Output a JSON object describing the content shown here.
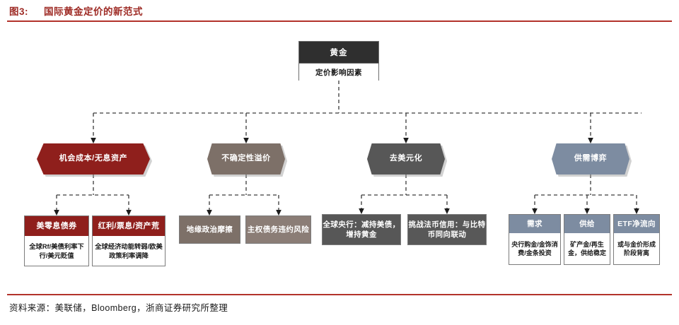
{
  "figure": {
    "label": "图3:",
    "title": "国际黄金定价的新范式",
    "source": "资料来源：美联储，Bloomberg，浙商证券研究所整理",
    "accent_color": "#b3332b",
    "title_color": "#9e2b25"
  },
  "diagram": {
    "root": {
      "head": "黄金",
      "body": "定价影响因素",
      "head_color": "#2f2f2f"
    },
    "pillars": [
      {
        "label": "机会成本/无息资产",
        "color": "#8f1f1c"
      },
      {
        "label": "不确定性溢价",
        "color": "#7d7068"
      },
      {
        "label": "去美元化",
        "color": "#575757"
      },
      {
        "label": "供需博弈",
        "color": "#7d8ca1"
      }
    ],
    "leaves_opportunity_cost": [
      {
        "head": "美零息债券",
        "body": "全球Rf/美债利率下行/美元贬值",
        "color": "#8f1f1c"
      },
      {
        "head": "红利/票息/资产荒",
        "body": "全球经济动能转弱/欧美政策利率调降",
        "color": "#8f1f1c"
      }
    ],
    "leaves_uncertainty": [
      {
        "label": "地缘政治摩擦",
        "color": "#7d7068"
      },
      {
        "label": "主权债务违约风险",
        "color": "#8b7d76"
      }
    ],
    "leaves_dedollarization": [
      {
        "label": "全球央行：减持美债，增持黄金",
        "color": "#575757"
      },
      {
        "label": "挑战法币信用：与比特币同向联动",
        "color": "#585858"
      }
    ],
    "leaves_supply_demand": [
      {
        "head": "需求",
        "body": "央行购金/金饰消费/金条投资",
        "color": "#7d8ca1"
      },
      {
        "head": "供给",
        "body": "矿产金/再生金，供给稳定",
        "color": "#7d8ca1"
      },
      {
        "head": "ETF净流向",
        "body": "或与金价形成阶段背离",
        "color": "#7d8ca1"
      }
    ]
  }
}
